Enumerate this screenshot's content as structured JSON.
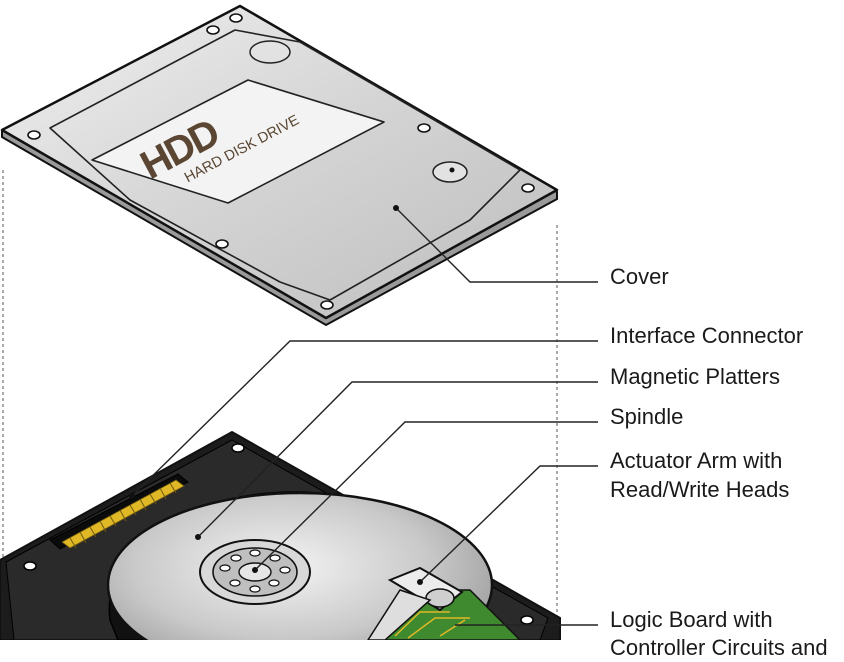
{
  "cover_label": {
    "brand": "HDD",
    "subtitle": "HARD DISK DRIVE"
  },
  "callouts": [
    {
      "id": "cover",
      "lines": [
        "Cover"
      ]
    },
    {
      "id": "interface-connector",
      "lines": [
        "Interface Connector"
      ]
    },
    {
      "id": "magnetic-platters",
      "lines": [
        "Magnetic Platters"
      ]
    },
    {
      "id": "spindle",
      "lines": [
        "Spindle"
      ]
    },
    {
      "id": "actuator-arm",
      "lines": [
        "Actuator Arm with",
        "Read/Write Heads"
      ]
    },
    {
      "id": "logic-board",
      "lines": [
        "Logic Board with",
        "Controller Circuits and"
      ]
    }
  ],
  "colors": {
    "outline": "#111111",
    "cover_metal": "#d9d9d9",
    "label_area": "#f2f2f2",
    "platter": "#c8c8c8",
    "connector_gold": "#e0b826",
    "board_green": "#3f8a2e",
    "leader_line": "#222222"
  }
}
